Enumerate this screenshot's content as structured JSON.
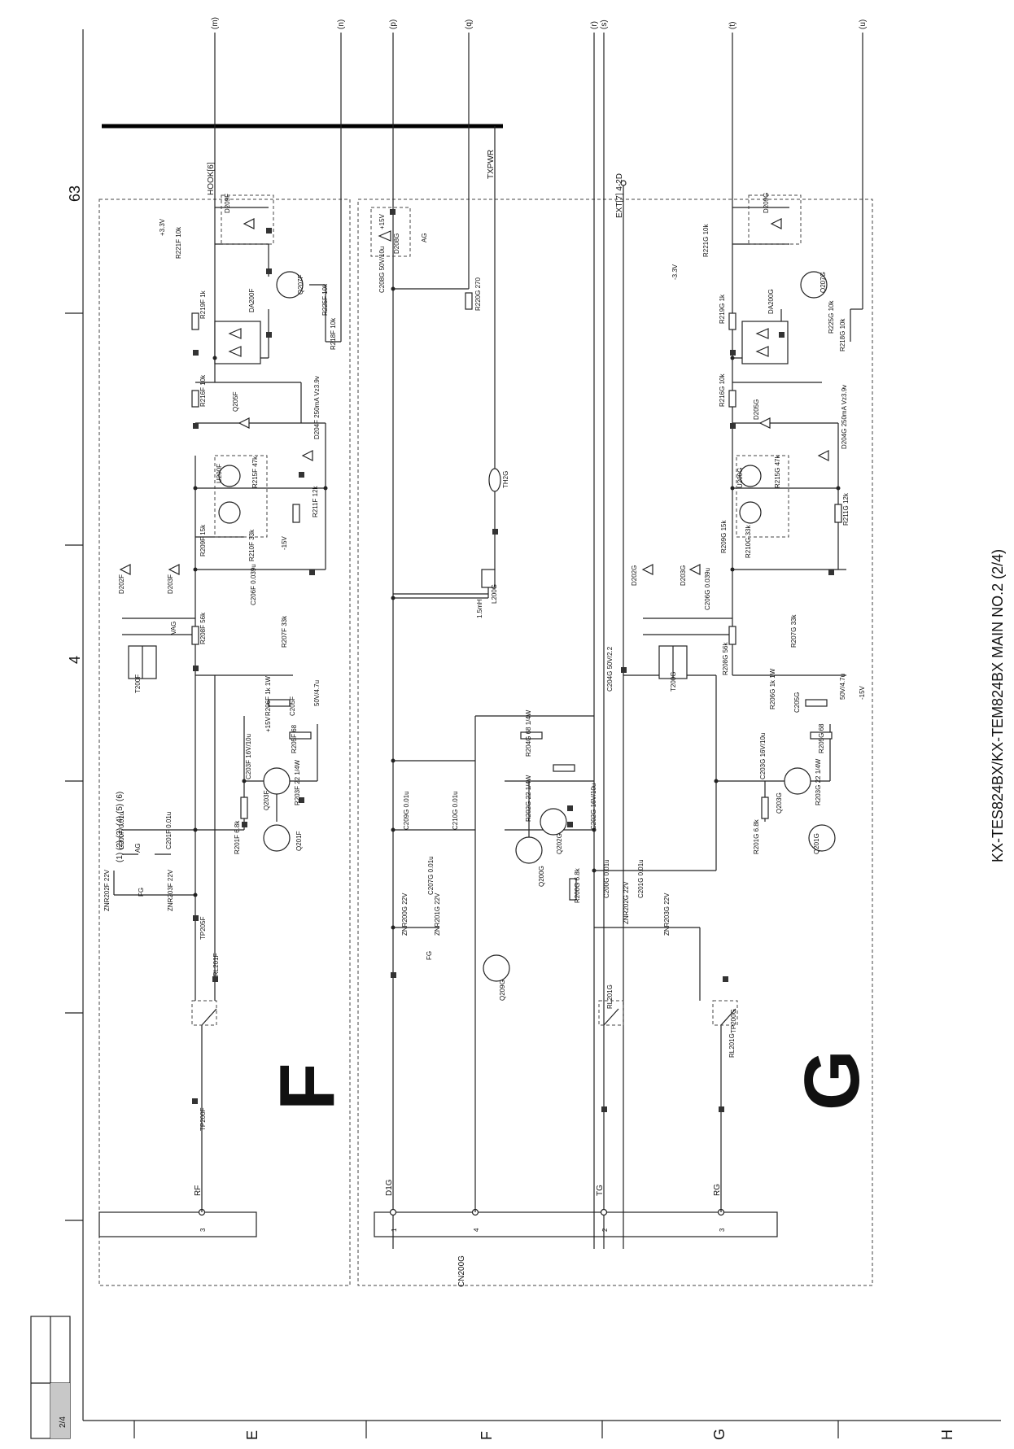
{
  "title": "KX-TES824BX/KX-TEM824BX MAIN NO.2 (2/4)",
  "page_label": "2/4",
  "zone_numbers": [
    "63",
    "4"
  ],
  "row_letters": [
    "E",
    "F",
    "G",
    "H"
  ],
  "sections": [
    "F",
    "G"
  ],
  "net_letters": [
    "(m)",
    "(n)",
    "(p)",
    "(q)",
    "(r)",
    "(s)",
    "(t)",
    "(u)"
  ],
  "nets": {
    "hook": "HOOK[6]",
    "txpwr": "TXPWR",
    "ext": "EXT[7] 4-2D",
    "switch_list": "(1) (2) (3) (4) (5) (6)",
    "rf": "RF",
    "d1g": "D1G",
    "tg": "TG",
    "rg": "RG",
    "connector": "CN200G",
    "pins": [
      "3",
      "1",
      "4",
      "2",
      "3"
    ]
  },
  "section_f": {
    "labels": [
      "RL201F",
      "D209F",
      "Q207F",
      "R221F 10k",
      "+3.3V",
      "R219F 1k",
      "DA200F",
      "R225F 10k",
      "R218F 10k",
      "R216F 10k",
      "Q205F",
      "D204F 250mA Vz3.9v",
      "U200F",
      "R215F 47k",
      "R211F 12k",
      "R209F 15k",
      "R210F 33k",
      "-15V",
      "C206F 0.039u",
      "R208F 56k",
      "R207F 33k",
      "D202F",
      "D203F",
      "T200F",
      "VAG",
      "R206F 1k 1W",
      "C205F",
      "50V/4.7u",
      "R205F 68",
      "C203F 16V/10u",
      "Q203F",
      "R203F 22 1/4W",
      "R201F 6.8k",
      "Q201F",
      "C200F 0.01u",
      "C201F 0.01u",
      "ZNR202F 22V",
      "ZNR203F 22V",
      "FG",
      "AG",
      "TP205F",
      "TP200F",
      "+15V"
    ]
  },
  "section_g": {
    "labels": [
      "D208G",
      "C208G 50V/10u",
      "R220G 270",
      "+15V",
      "AG",
      "TH2G",
      "1.5mH",
      "L200G",
      "C209G 0.01u",
      "C210G 0.01u",
      "C207G 0.01u",
      "ZNR200G 22V",
      "ZNR201G 22V",
      "FG",
      "Q209G",
      "R202G 22 1/4W",
      "R204G 68 1/4W",
      "C202G 16V/10u",
      "Q202G",
      "Q200G",
      "R200G 6.8k",
      "C200G 0.01u",
      "C201G 0.01u",
      "ZNR202G 22V",
      "ZNR203G 22V",
      "RL201G",
      "C204G 50V/2.2",
      "T200G",
      "D202G",
      "D203G",
      "R208G 56k",
      "C206G 0.039u",
      "R209G 15k",
      "R210G 33k",
      "U200G",
      "R215G 47k",
      "D205G",
      "D204G 250mA Vz3.9v",
      "R211G 12k",
      "R207G 33k",
      "R206G 1k 1W",
      "C205G",
      "50V/4.7u",
      "-15V",
      "R205G 68",
      "C203G 16V/10u",
      "Q203G",
      "R203G 22 1/4W",
      "R201G 6.8k",
      "Q201G",
      "R216G 10k",
      "R219G 1k",
      "DA200G",
      "R221G 10k",
      "-3.3V",
      "D209G",
      "Q207G",
      "R225G 10k",
      "R218G 10k",
      "RL201G",
      "TP200G"
    ]
  }
}
